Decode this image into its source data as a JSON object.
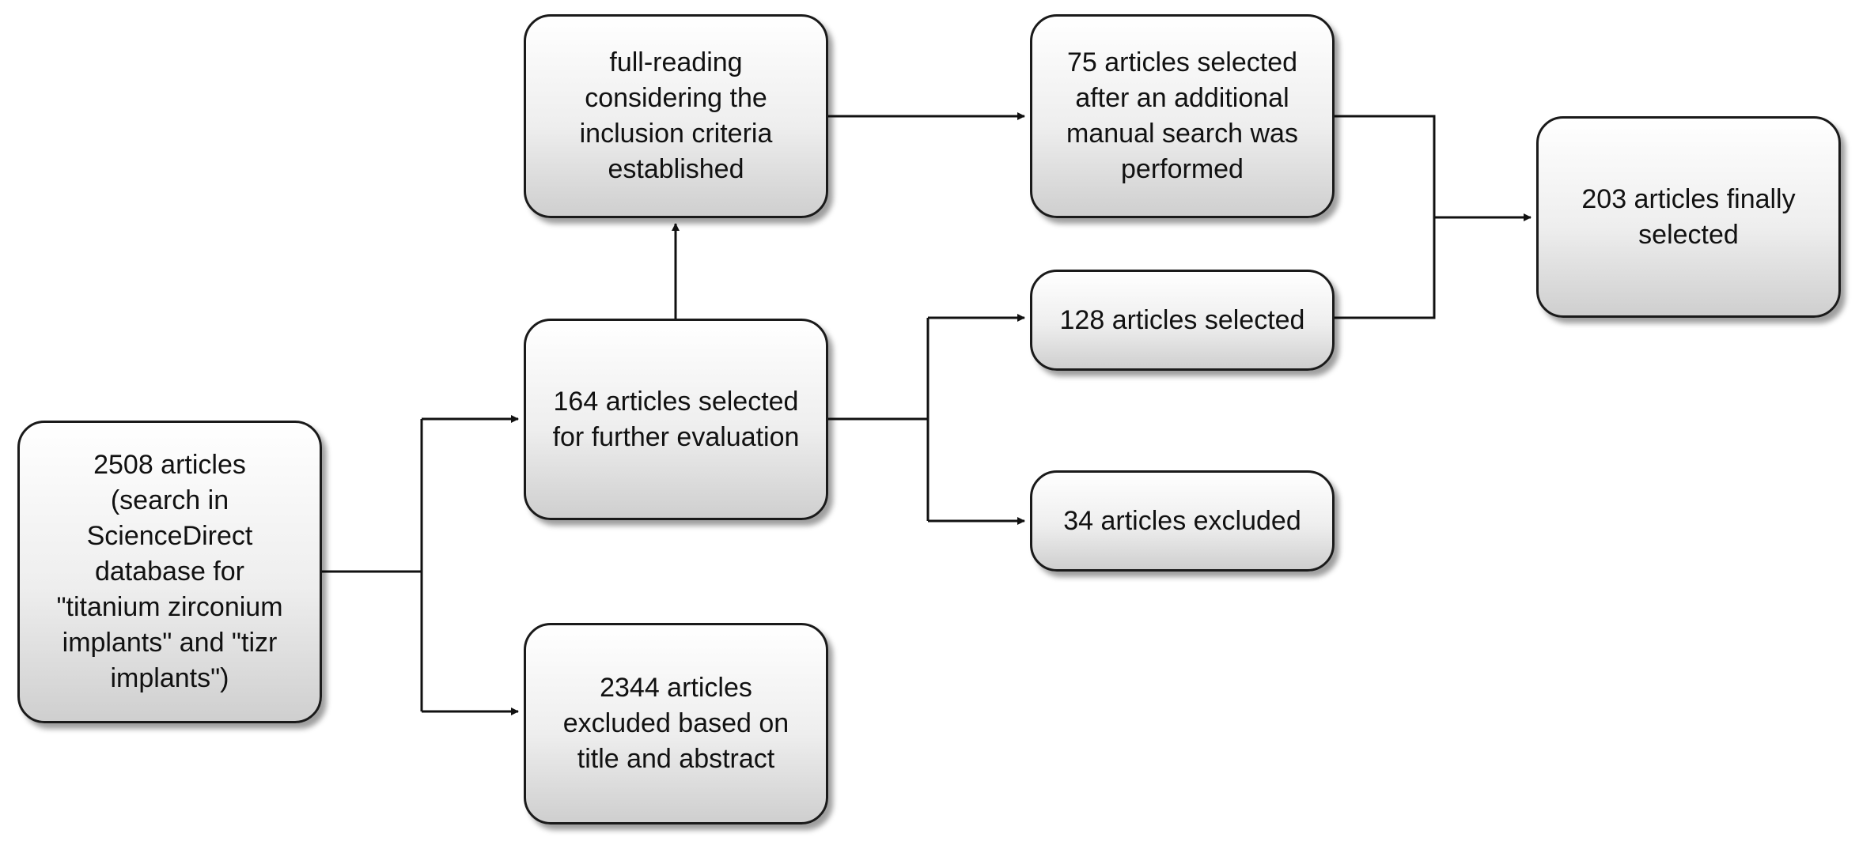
{
  "boxes": {
    "initial_search": "2508 articles\n(search in\nScienceDirect\ndatabase for\n\"titanium zirconium\nimplants\" and \"tizr\nimplants\")",
    "selected_further": "164 articles selected\nfor further evaluation",
    "excluded_title": "2344 articles\nexcluded based on\ntitle and abstract",
    "full_reading": "full-reading\nconsidering the\ninclusion criteria\nestablished",
    "additional_manual": "75 articles selected\nafter an additional\nmanual search was\nperformed",
    "selected_128": "128 articles selected",
    "excluded_34": "34 articles excluded",
    "finally_selected": "203 articles finally\nselected"
  },
  "colors": {
    "line": "#111111",
    "border": "#1a1a1a",
    "box_top": "#ffffff",
    "box_bottom": "#cfcfcf"
  }
}
